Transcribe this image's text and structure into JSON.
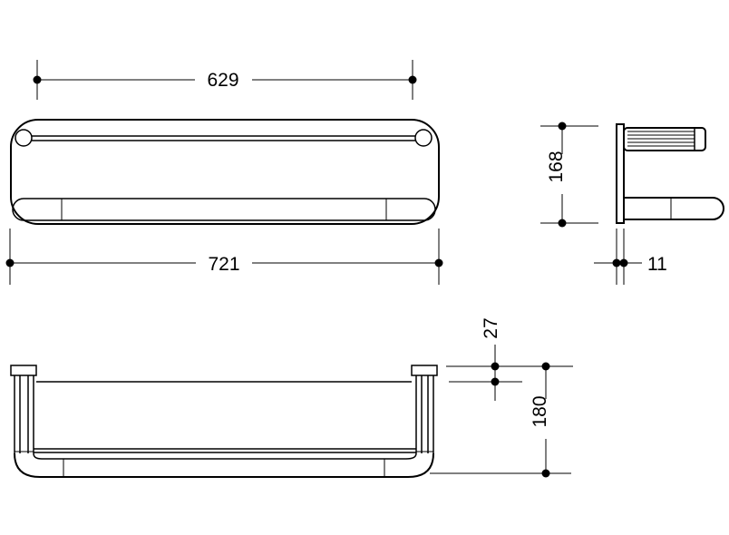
{
  "dimensions": {
    "width_inner": "629",
    "width_overall": "721",
    "depth": "168",
    "plate_thickness": "11",
    "top_offset": "27",
    "height": "180"
  },
  "colors": {
    "line": "#000000",
    "background": "#ffffff"
  }
}
